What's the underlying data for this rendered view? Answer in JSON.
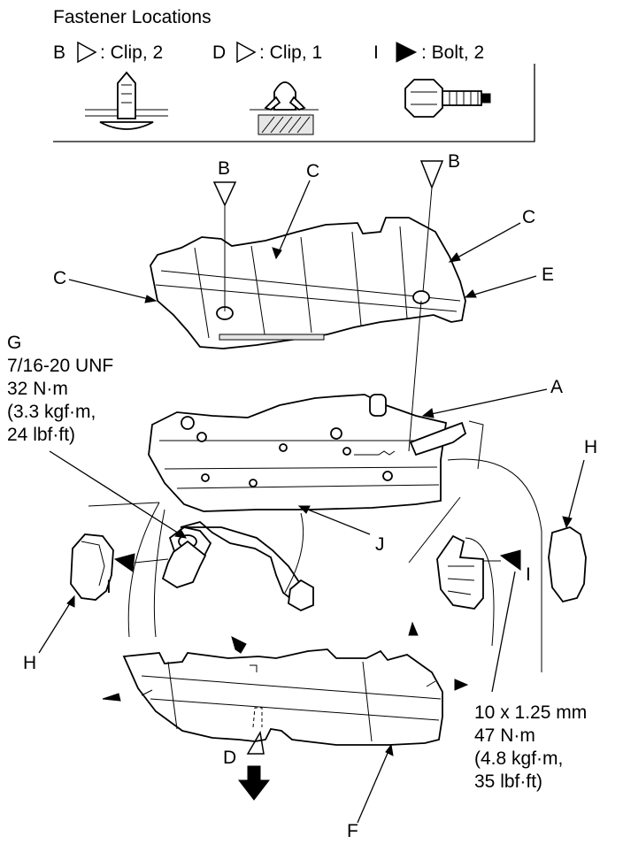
{
  "legend": {
    "title": "Fastener Locations",
    "items": [
      {
        "letter": "B",
        "symbol": "open-triangle-icon",
        "text": ": Clip, 2"
      },
      {
        "letter": "D",
        "symbol": "open-triangle-icon",
        "text": ": Clip, 1"
      },
      {
        "letter": "I",
        "symbol": "filled-triangle-icon",
        "text": ": Bolt, 2"
      }
    ]
  },
  "callouts": {
    "a": "A",
    "b1": "B",
    "b2": "B",
    "c1": "C",
    "c2": "C",
    "c3": "C",
    "d": "D",
    "e": "E",
    "f": "F",
    "h1": "H",
    "h2": "H",
    "i1": "I",
    "i2": "I",
    "j": "J"
  },
  "torque_g": [
    "G",
    "7/16-20 UNF",
    "32 N·m",
    "(3.3 kgf·m,",
    "24 lbf·ft)"
  ],
  "torque_i": [
    "10 x 1.25 mm",
    "47 N·m",
    "(4.8 kgf·m,",
    "35 lbf·ft)"
  ],
  "colors": {
    "ink": "#000000",
    "paper": "#ffffff"
  }
}
